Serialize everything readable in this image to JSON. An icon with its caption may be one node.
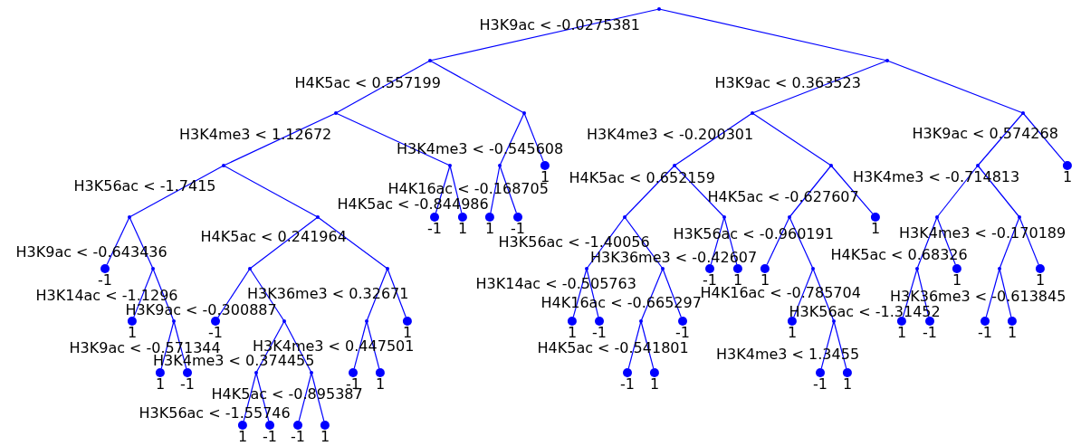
{
  "diagram": {
    "nodes": [
      {
        "text": [
          "H3K9ac < -0.0275381"
        ]
      },
      {
        "text": [
          "H4K5ac < 0.557199"
        ]
      },
      {
        "text": [
          "H3K4me3 < 1.12672"
        ]
      },
      {
        "text": [
          "H3K56ac < -1.7415"
        ]
      },
      {
        "text": [
          "H3K9ac < -0.643436"
        ]
      },
      {
        "text": [
          "-1"
        ]
      },
      {
        "text": [
          "H3K14ac < -1.1296"
        ]
      },
      {
        "text": [
          "1"
        ]
      },
      {
        "text": [
          "H3K9ac < -0.571344"
        ]
      },
      {
        "text": [
          "1"
        ]
      },
      {
        "text": [
          "-1"
        ]
      },
      {
        "text": [
          "H4K5ac < 0.241964"
        ]
      },
      {
        "text": [
          "H3K9ac < -0.300887"
        ]
      },
      {
        "text": [
          "-1"
        ]
      },
      {
        "text": [
          "H3K4me3 < 0.374455"
        ]
      },
      {
        "text": [
          "H3K56ac < -1.55746"
        ]
      },
      {
        "text": [
          "1"
        ]
      },
      {
        "text": [
          "-1"
        ]
      },
      {
        "text": [
          "H4K5ac < -0.895387"
        ]
      },
      {
        "text": [
          "-1"
        ]
      },
      {
        "text": [
          "1"
        ]
      },
      {
        "text": [
          "H3K36me3 < 0.32671"
        ]
      },
      {
        "text": [
          "H3K4me3 < 0.447501"
        ]
      },
      {
        "text": [
          "-1"
        ]
      },
      {
        "text": [
          "1"
        ]
      },
      {
        "text": [
          "1"
        ]
      },
      {
        "text": [
          "H4K5ac < -0.844986"
        ]
      },
      {
        "text": [
          "-1"
        ]
      },
      {
        "text": [
          "1"
        ]
      },
      {
        "text": [
          "H3K4me3 < -0.545608"
        ]
      },
      {
        "text": [
          "H4K16ac < -0.168705"
        ]
      },
      {
        "text": [
          "1"
        ]
      },
      {
        "text": [
          "-1"
        ]
      },
      {
        "text": [
          "1"
        ]
      },
      {
        "text": [
          "H3K9ac < 0.363523"
        ]
      },
      {
        "text": [
          "H3K4me3 < -0.200301"
        ]
      },
      {
        "text": [
          "H4K5ac < 0.652159"
        ]
      },
      {
        "text": [
          "H3K56ac < -1.40056"
        ]
      },
      {
        "text": [
          "H3K14ac < -0.505763"
        ]
      },
      {
        "text": [
          "1"
        ]
      },
      {
        "text": [
          "-1"
        ]
      },
      {
        "text": [
          "H4K16ac < -0.665297"
        ]
      },
      {
        "text": [
          "H4K5ac < -0.541801"
        ]
      },
      {
        "text": [
          "-1"
        ]
      },
      {
        "text": [
          "1"
        ]
      },
      {
        "text": [
          "-1"
        ]
      },
      {
        "text": [
          "H3K36me3 < -0.42607"
        ]
      },
      {
        "text": [
          "-1"
        ]
      },
      {
        "text": [
          "1"
        ]
      },
      {
        "text": [
          "H4K5ac < -0.627607"
        ]
      },
      {
        "text": [
          "H3K56ac < -0.960191"
        ]
      },
      {
        "text": [
          "1"
        ]
      },
      {
        "text": [
          "H4K16ac < -0.785704"
        ]
      },
      {
        "text": [
          "1"
        ]
      },
      {
        "text": [
          "H3K4me3 < 1.3455"
        ]
      },
      {
        "text": [
          "-1"
        ]
      },
      {
        "text": [
          "1"
        ]
      },
      {
        "text": [
          "1"
        ]
      },
      {
        "text": [
          "H3K9ac < 0.574268"
        ]
      },
      {
        "text": [
          "H3K4me3 < -0.714813"
        ]
      },
      {
        "text": [
          "H4K5ac < 0.68326"
        ]
      },
      {
        "text": [
          "H3K56ac < -1.31452"
        ]
      },
      {
        "text": [
          "1"
        ]
      },
      {
        "text": [
          "-1"
        ]
      },
      {
        "text": [
          "1"
        ]
      },
      {
        "text": [
          "H3K4me3 < -0.170189"
        ]
      },
      {
        "text": [
          "H3K36me3 < -0.613845"
        ]
      },
      {
        "text": [
          "-1"
        ]
      },
      {
        "text": [
          "1"
        ]
      },
      {
        "text": [
          "1"
        ]
      },
      {
        "text": [
          "1"
        ]
      }
    ],
    "edges": [
      {
        "from": 0,
        "to": 1,
        "arrow": "none"
      },
      {
        "from": 0,
        "to": 34,
        "arrow": "none"
      },
      {
        "from": 1,
        "to": 2,
        "arrow": "none"
      },
      {
        "from": 1,
        "to": 29,
        "arrow": "none"
      },
      {
        "from": 2,
        "to": 3,
        "arrow": "none"
      },
      {
        "from": 2,
        "to": 26,
        "arrow": "none"
      },
      {
        "from": 3,
        "to": 4,
        "arrow": "none"
      },
      {
        "from": 3,
        "to": 11,
        "arrow": "none"
      },
      {
        "from": 4,
        "to": 5,
        "arrow": "none"
      },
      {
        "from": 4,
        "to": 6,
        "arrow": "none"
      },
      {
        "from": 6,
        "to": 7,
        "arrow": "none"
      },
      {
        "from": 6,
        "to": 8,
        "arrow": "none"
      },
      {
        "from": 8,
        "to": 9,
        "arrow": "none"
      },
      {
        "from": 8,
        "to": 10,
        "arrow": "none"
      },
      {
        "from": 11,
        "to": 12,
        "arrow": "none"
      },
      {
        "from": 11,
        "to": 21,
        "arrow": "none"
      },
      {
        "from": 12,
        "to": 13,
        "arrow": "none"
      },
      {
        "from": 12,
        "to": 14,
        "arrow": "none"
      },
      {
        "from": 14,
        "to": 15,
        "arrow": "none"
      },
      {
        "from": 14,
        "to": 18,
        "arrow": "none"
      },
      {
        "from": 15,
        "to": 16,
        "arrow": "none"
      },
      {
        "from": 15,
        "to": 17,
        "arrow": "none"
      },
      {
        "from": 18,
        "to": 19,
        "arrow": "none"
      },
      {
        "from": 18,
        "to": 20,
        "arrow": "none"
      },
      {
        "from": 21,
        "to": 22,
        "arrow": "none"
      },
      {
        "from": 21,
        "to": 25,
        "arrow": "none"
      },
      {
        "from": 22,
        "to": 23,
        "arrow": "none"
      },
      {
        "from": 22,
        "to": 24,
        "arrow": "none"
      },
      {
        "from": 26,
        "to": 27,
        "arrow": "none"
      },
      {
        "from": 26,
        "to": 28,
        "arrow": "none"
      },
      {
        "from": 29,
        "to": 30,
        "arrow": "none"
      },
      {
        "from": 29,
        "to": 33,
        "arrow": "none"
      },
      {
        "from": 30,
        "to": 31,
        "arrow": "none"
      },
      {
        "from": 30,
        "to": 32,
        "arrow": "none"
      },
      {
        "from": 34,
        "to": 35,
        "arrow": "none"
      },
      {
        "from": 34,
        "to": 58,
        "arrow": "none"
      },
      {
        "from": 35,
        "to": 36,
        "arrow": "none"
      },
      {
        "from": 35,
        "to": 49,
        "arrow": "none"
      },
      {
        "from": 36,
        "to": 37,
        "arrow": "none"
      },
      {
        "from": 36,
        "to": 46,
        "arrow": "none"
      },
      {
        "from": 37,
        "to": 38,
        "arrow": "none"
      },
      {
        "from": 37,
        "to": 41,
        "arrow": "none"
      },
      {
        "from": 38,
        "to": 39,
        "arrow": "none"
      },
      {
        "from": 38,
        "to": 40,
        "arrow": "none"
      },
      {
        "from": 41,
        "to": 42,
        "arrow": "none"
      },
      {
        "from": 41,
        "to": 45,
        "arrow": "none"
      },
      {
        "from": 42,
        "to": 43,
        "arrow": "none"
      },
      {
        "from": 42,
        "to": 44,
        "arrow": "none"
      },
      {
        "from": 46,
        "to": 47,
        "arrow": "none"
      },
      {
        "from": 46,
        "to": 48,
        "arrow": "none"
      },
      {
        "from": 49,
        "to": 50,
        "arrow": "none"
      },
      {
        "from": 49,
        "to": 57,
        "arrow": "none"
      },
      {
        "from": 50,
        "to": 51,
        "arrow": "none"
      },
      {
        "from": 50,
        "to": 52,
        "arrow": "none"
      },
      {
        "from": 52,
        "to": 53,
        "arrow": "none"
      },
      {
        "from": 52,
        "to": 54,
        "arrow": "none"
      },
      {
        "from": 54,
        "to": 55,
        "arrow": "none"
      },
      {
        "from": 54,
        "to": 56,
        "arrow": "none"
      },
      {
        "from": 58,
        "to": 59,
        "arrow": "none"
      },
      {
        "from": 58,
        "to": 70,
        "arrow": "none"
      },
      {
        "from": 59,
        "to": 60,
        "arrow": "none"
      },
      {
        "from": 59,
        "to": 65,
        "arrow": "none"
      },
      {
        "from": 60,
        "to": 61,
        "arrow": "none"
      },
      {
        "from": 60,
        "to": 64,
        "arrow": "none"
      },
      {
        "from": 61,
        "to": 62,
        "arrow": "none"
      },
      {
        "from": 61,
        "to": 63,
        "arrow": "none"
      },
      {
        "from": 65,
        "to": 66,
        "arrow": "none"
      },
      {
        "from": 65,
        "to": 69,
        "arrow": "none"
      },
      {
        "from": 66,
        "to": 67,
        "arrow": "none"
      },
      {
        "from": 66,
        "to": 68,
        "arrow": "none"
      }
    ]
  }
}
